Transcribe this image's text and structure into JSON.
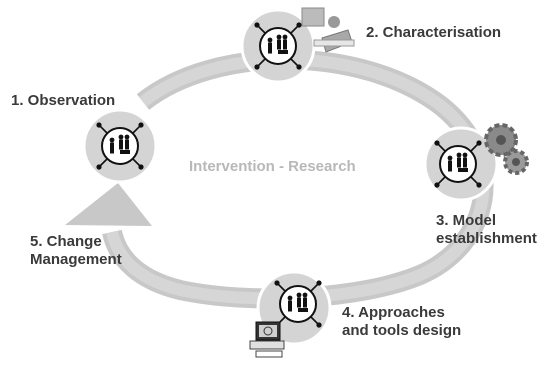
{
  "center_title": "Intervention - Research",
  "steps": [
    {
      "lines": [
        "1. Observation"
      ],
      "icon": "observation-team-icon"
    },
    {
      "lines": [
        "2. Characterisation"
      ],
      "icon": "person-at-desk-icon"
    },
    {
      "lines": [
        "3. Model",
        "establishment"
      ],
      "icon": "gears-icon"
    },
    {
      "lines": [
        "4. Approaches",
        "and tools design"
      ],
      "icon": "computer-icon"
    },
    {
      "lines": [
        "5. Change",
        "Management"
      ],
      "icon": "arrow-head-icon"
    }
  ],
  "colors": {
    "cycle_ring": "#c8c8c8",
    "node_fill": "#d4d4d4",
    "node_border": "#ffffff",
    "label_text": "#3a3a3a",
    "center_text": "#b8b8b8"
  }
}
